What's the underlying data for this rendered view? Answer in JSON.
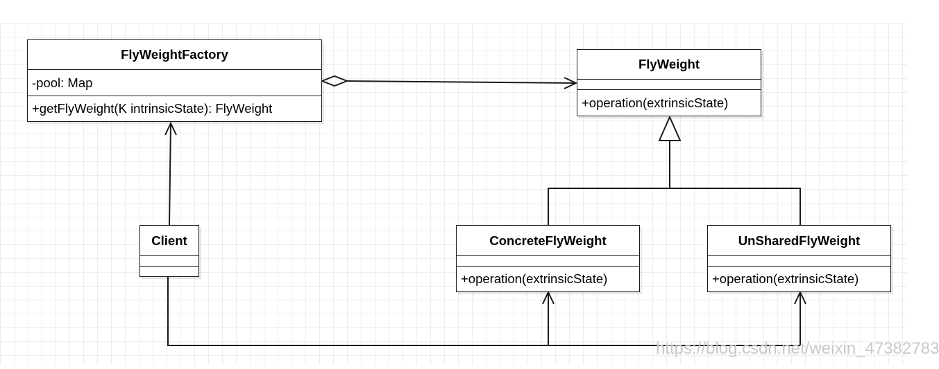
{
  "diagram": {
    "classes": {
      "factory": {
        "name": "FlyWeightFactory",
        "attributes": [
          "-pool: Map"
        ],
        "operations": [
          "+getFlyWeight(K intrinsicState): FlyWeight"
        ]
      },
      "flyweight": {
        "name": "FlyWeight",
        "attributes": [],
        "operations": [
          "+operation(extrinsicState)"
        ]
      },
      "client": {
        "name": "Client",
        "attributes": [],
        "operations": []
      },
      "concrete": {
        "name": "ConcreteFlyWeight",
        "attributes": [],
        "operations": [
          "+operation(extrinsicState)"
        ]
      },
      "unshared": {
        "name": "UnSharedFlyWeight",
        "attributes": [],
        "operations": [
          "+operation(extrinsicState)"
        ]
      }
    },
    "relations": [
      {
        "from": "factory",
        "to": "flyweight",
        "type": "aggregation"
      },
      {
        "from": "client",
        "to": "factory",
        "type": "association"
      },
      {
        "from": "concrete",
        "to": "flyweight",
        "type": "generalization"
      },
      {
        "from": "unshared",
        "to": "flyweight",
        "type": "generalization"
      },
      {
        "from": "client",
        "to": "concrete",
        "type": "association"
      },
      {
        "from": "client",
        "to": "unshared",
        "type": "association"
      }
    ],
    "colors": {
      "line": "#1a1a1a",
      "grid": "#ededed",
      "watermark": "#c9c9c9"
    },
    "watermark": "https://blog.csdn.net/weixin_47382783"
  }
}
